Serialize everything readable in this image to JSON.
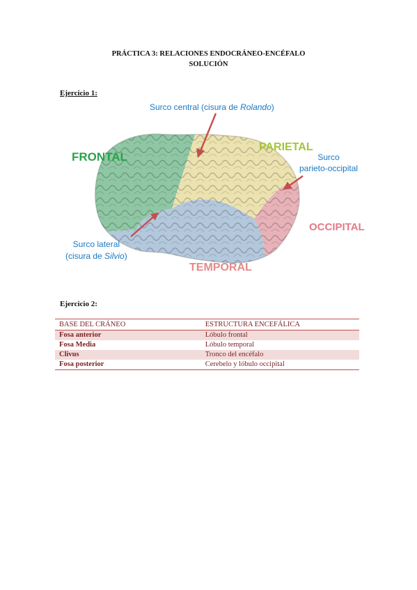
{
  "header": {
    "title_line1": "PRÁCTICA 3: RELACIONES ENDOCRÁNEO-ENCÉFALO",
    "title_line2": "SOLUCIÓN"
  },
  "exercise1": {
    "heading": "Ejercicio 1:",
    "labels": {
      "frontal": "FRONTAL",
      "parietal": "PARIETAL",
      "occipital": "OCCIPITAL",
      "temporal": "TEMPORAL",
      "central_sulcus_prefix": "Surco central (cisura de ",
      "central_sulcus_name": "Rolando",
      "central_sulcus_suffix": ")",
      "lateral_sulcus_line1": "Surco lateral",
      "lateral_sulcus_prefix": "(cisura de ",
      "lateral_sulcus_name": "Silvio",
      "lateral_sulcus_suffix": ")",
      "parieto_occipital_line1": "Surco",
      "parieto_occipital_line2": "parieto-occipital"
    },
    "colors": {
      "frontal": "#2aa24a",
      "parietal": "#a2c53c",
      "occipital": "#e27a86",
      "temporal": "#e38a88",
      "sulcus_label": "#1a78c2",
      "arrow": "#c0504d"
    }
  },
  "exercise2": {
    "heading": "Ejercicio 2:",
    "table": {
      "headers": [
        "BASE DEL CRÁNEO",
        "ESTRUCTURA ENCEFÁLICA"
      ],
      "rows": [
        [
          "Fosa anterior",
          "Lóbulo frontal"
        ],
        [
          "Fosa Media",
          "Lóbulo temporal"
        ],
        [
          "Clivus",
          "Tronco del encéfalo"
        ],
        [
          "Fosa posterior",
          "Cerebelo y lóbulo occipital"
        ]
      ]
    }
  }
}
